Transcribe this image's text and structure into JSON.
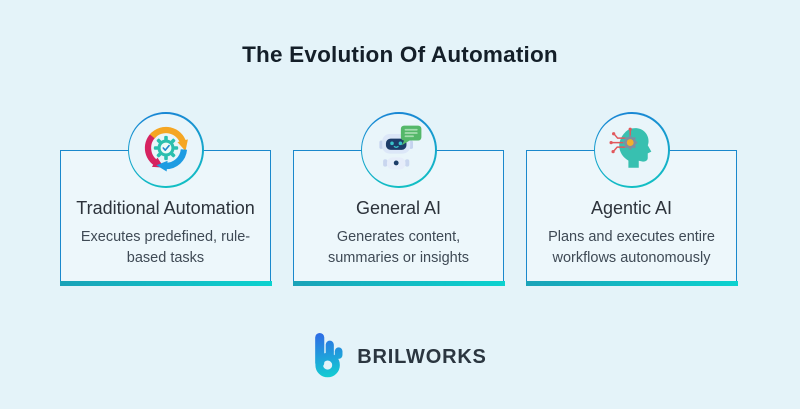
{
  "page": {
    "title": "The Evolution Of Automation"
  },
  "cards": [
    {
      "title": "Traditional Automation",
      "description": "Executes predefined, rule-\nbased tasks",
      "icon": "automation-cycle-icon"
    },
    {
      "title": "General AI",
      "description": "Generates content,\nsummaries or insights",
      "icon": "chatbot-icon"
    },
    {
      "title": "Agentic AI",
      "description": "Plans and executes entire\nworkflows autonomously",
      "icon": "ai-head-icon"
    }
  ],
  "footer": {
    "brand_name": "BRILWORKS"
  },
  "colors": {
    "page_background": "#e4f3f9",
    "card_background": "#edf7fb",
    "card_border": "#1a88cc",
    "accent_bar_start": "#1aa2b8",
    "accent_bar_end": "#0bd2cf",
    "ring_gradient_top": "#1a82d6",
    "ring_gradient_bottom": "#12c4c2",
    "logo_gradient_top": "#2f69e6",
    "logo_gradient_bottom": "#13ced2",
    "cycle_orange": "#f5a623",
    "cycle_red": "#d62360",
    "cycle_blue": "#1e9ce2",
    "gear_teal": "#2abfae",
    "bubble_green": "#55b869",
    "head_teal": "#38c0b0"
  }
}
